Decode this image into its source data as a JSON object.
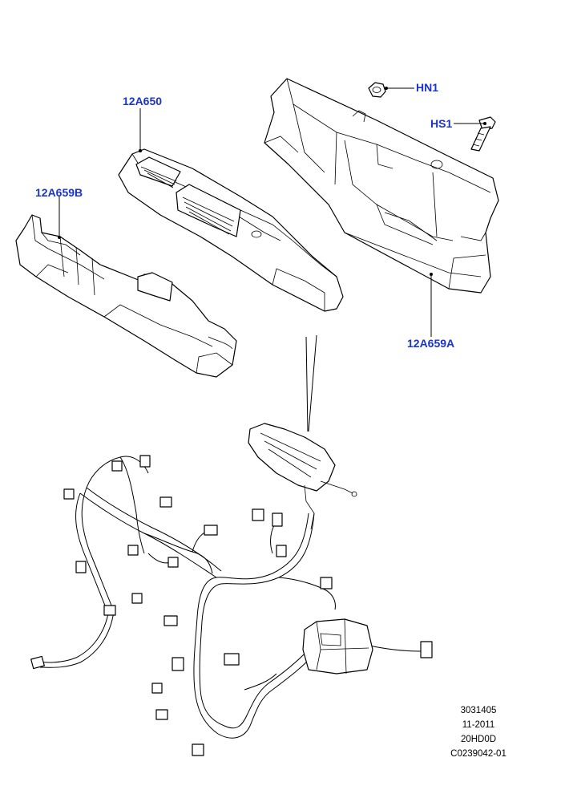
{
  "colors": {
    "callout": "#1a33cc",
    "line": "#000000",
    "background": "#ffffff"
  },
  "callouts": {
    "ecm": "12A650",
    "bracket_b": "12A659B",
    "bracket_a": "12A659A",
    "nut": "HN1",
    "bolt": "HS1"
  },
  "meta": {
    "line1": "3031405",
    "line2": "11-2011",
    "line3": "20HD0D",
    "line4": "C0239042-01"
  }
}
